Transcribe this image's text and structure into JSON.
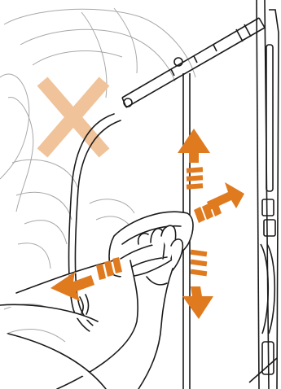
{
  "illustration": {
    "type": "instruction-diagram",
    "colors": {
      "line_art": "#1a1a1a",
      "faint_line_art": "#a8a8a8",
      "arrows": "#e07a1f",
      "prohibited_cross": "#f0c39a",
      "background": "#ffffff"
    },
    "prohibited_area_marker": "cross-icon",
    "wipe_directions": [
      "up",
      "right",
      "down",
      "left"
    ]
  }
}
